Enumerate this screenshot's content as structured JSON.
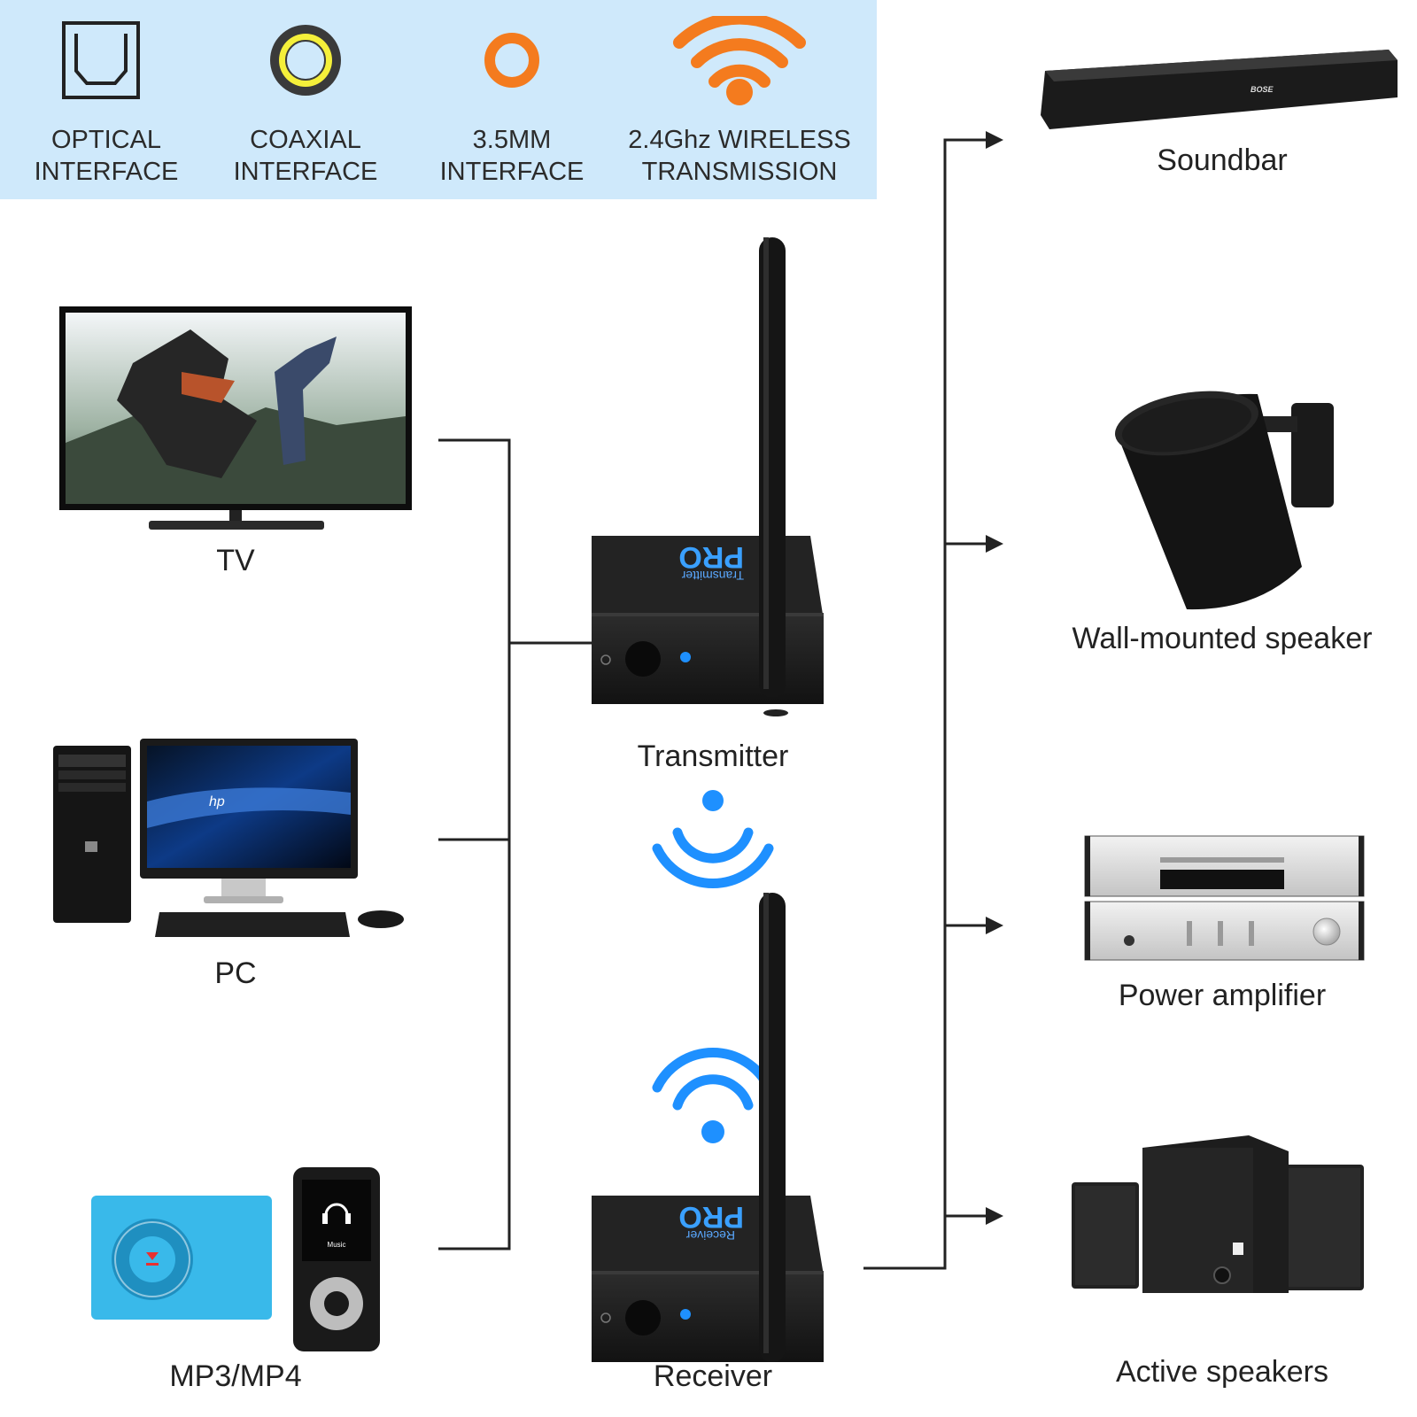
{
  "features": [
    {
      "icon": "optical-port-icon",
      "line1": "OPTICAL",
      "line2": "INTERFACE"
    },
    {
      "icon": "coaxial-port-icon",
      "line1": "COAXIAL",
      "line2": "INTERFACE"
    },
    {
      "icon": "jack-3-5mm-icon",
      "line1": "3.5MM",
      "line2": "INTERFACE"
    },
    {
      "icon": "wifi-icon",
      "line1": "2.4Ghz WIRELESS",
      "line2": "TRANSMISSION"
    }
  ],
  "sources": {
    "tv": "TV",
    "pc": "PC",
    "mp3": "MP3/MP4"
  },
  "center": {
    "transmitter": "Transmitter",
    "receiver": "Receiver",
    "transmitter_device_text": "Transmitter",
    "receiver_device_text": "Receiver",
    "brand_text": "PRO",
    "pc_brand": "hp",
    "soundbar_brand": "BOSE",
    "mp4_text": "Music"
  },
  "outputs": {
    "soundbar": "Soundbar",
    "wall_speaker": "Wall-mounted speaker",
    "amplifier": "Power amplifier",
    "active_speakers": "Active speakers"
  },
  "colors": {
    "banner": "#cfe9fb",
    "orange": "#f47b1e",
    "blue": "#1e90ff",
    "coax_yellow": "#f5f03a"
  }
}
